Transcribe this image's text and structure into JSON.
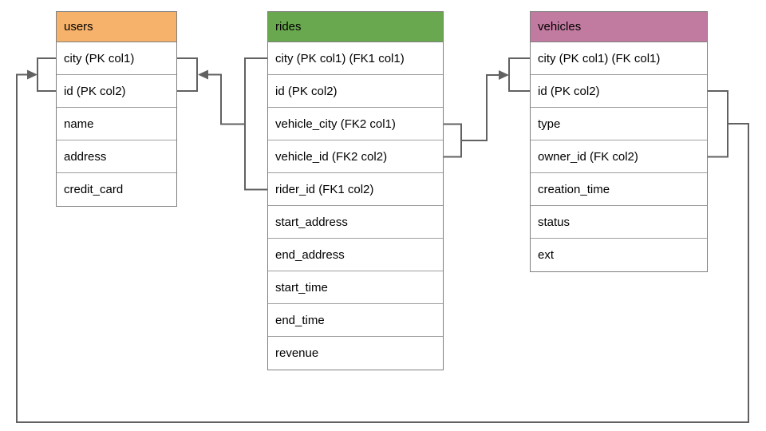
{
  "diagram": {
    "line_color": "#616161",
    "tables": [
      {
        "id": "users",
        "title": "users",
        "header_color": "#F6B26B",
        "rows": [
          "city (PK col1)",
          "id (PK col2)",
          "name",
          "address",
          "credit_card"
        ]
      },
      {
        "id": "rides",
        "title": "rides",
        "header_color": "#6AA84F",
        "rows": [
          "city (PK col1) (FK1 col1)",
          "id (PK col2)",
          "vehicle_city (FK2 col1)",
          "vehicle_id (FK2 col2)",
          "rider_id (FK1 col2)",
          "start_address",
          "end_address",
          "start_time",
          "end_time",
          "revenue"
        ]
      },
      {
        "id": "vehicles",
        "title": "vehicles",
        "header_color": "#C27BA0",
        "rows": [
          "city (PK col1) (FK col1)",
          "id (PK col2)",
          "type",
          "owner_id (FK col2)",
          "creation_time",
          "status",
          "ext"
        ]
      }
    ],
    "connectors": [
      {
        "name": "rides-to-users",
        "from": "rides (city, rider_id)",
        "to": "users (city, id)"
      },
      {
        "name": "rides-to-vehicles",
        "from": "rides (vehicle_city, vehicle_id)",
        "to": "vehicles (city, id)"
      },
      {
        "name": "vehicles-to-users",
        "from": "vehicles (id, owner_id)",
        "to": "users (city, id)"
      }
    ]
  }
}
